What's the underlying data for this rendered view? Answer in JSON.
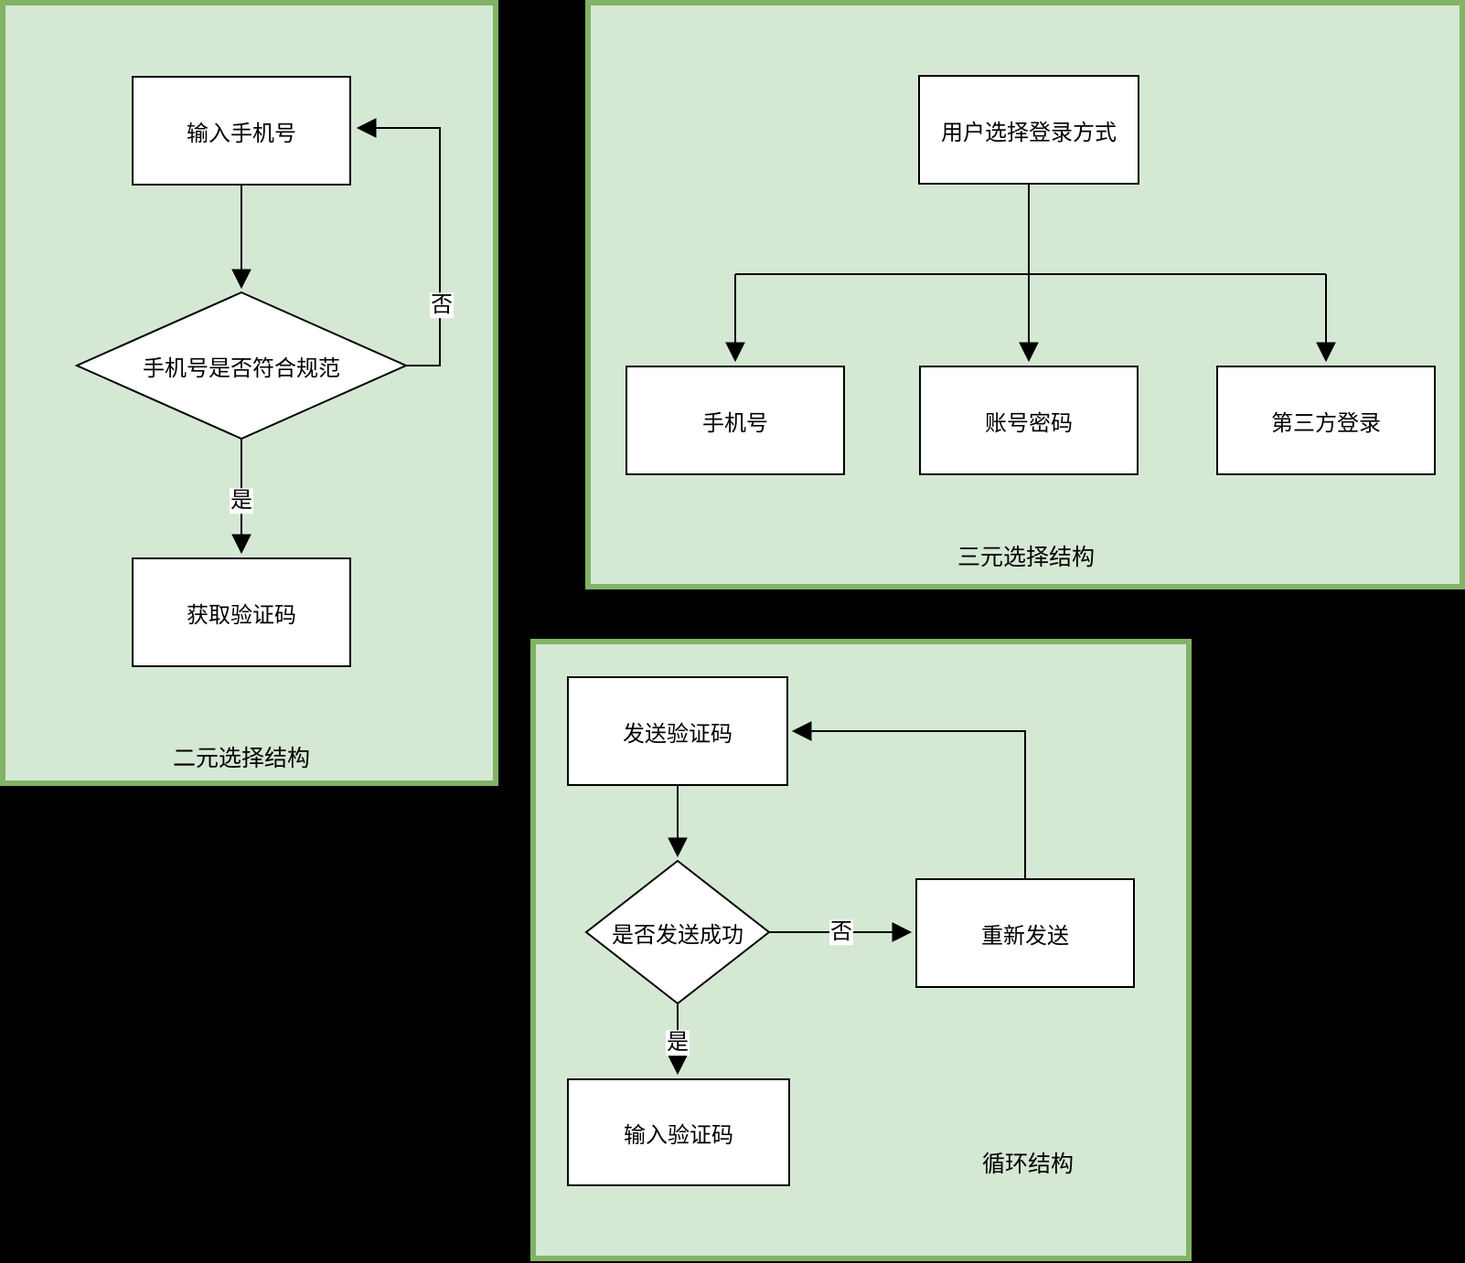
{
  "colors": {
    "canvas_bg": "#000000",
    "panel_fill": "#d5e8d4",
    "panel_border": "#82b366",
    "node_fill": "#ffffff",
    "node_border": "#000000",
    "connector": "#000000"
  },
  "panels": {
    "binary": {
      "caption": "二元选择结构",
      "nodes": {
        "input_phone": "输入手机号",
        "check_phone": "手机号是否符合规范",
        "get_code": "获取验证码"
      },
      "edge_labels": {
        "yes": "是",
        "no": "否"
      }
    },
    "ternary": {
      "caption": "三元选择结构",
      "nodes": {
        "choose_login": "用户选择登录方式",
        "phone": "手机号",
        "account_password": "账号密码",
        "third_party": "第三方登录"
      }
    },
    "loop": {
      "caption": "循环结构",
      "nodes": {
        "send_code": "发送验证码",
        "send_success": "是否发送成功",
        "resend": "重新发送",
        "enter_code": "输入验证码"
      },
      "edge_labels": {
        "yes": "是",
        "no": "否"
      }
    }
  }
}
